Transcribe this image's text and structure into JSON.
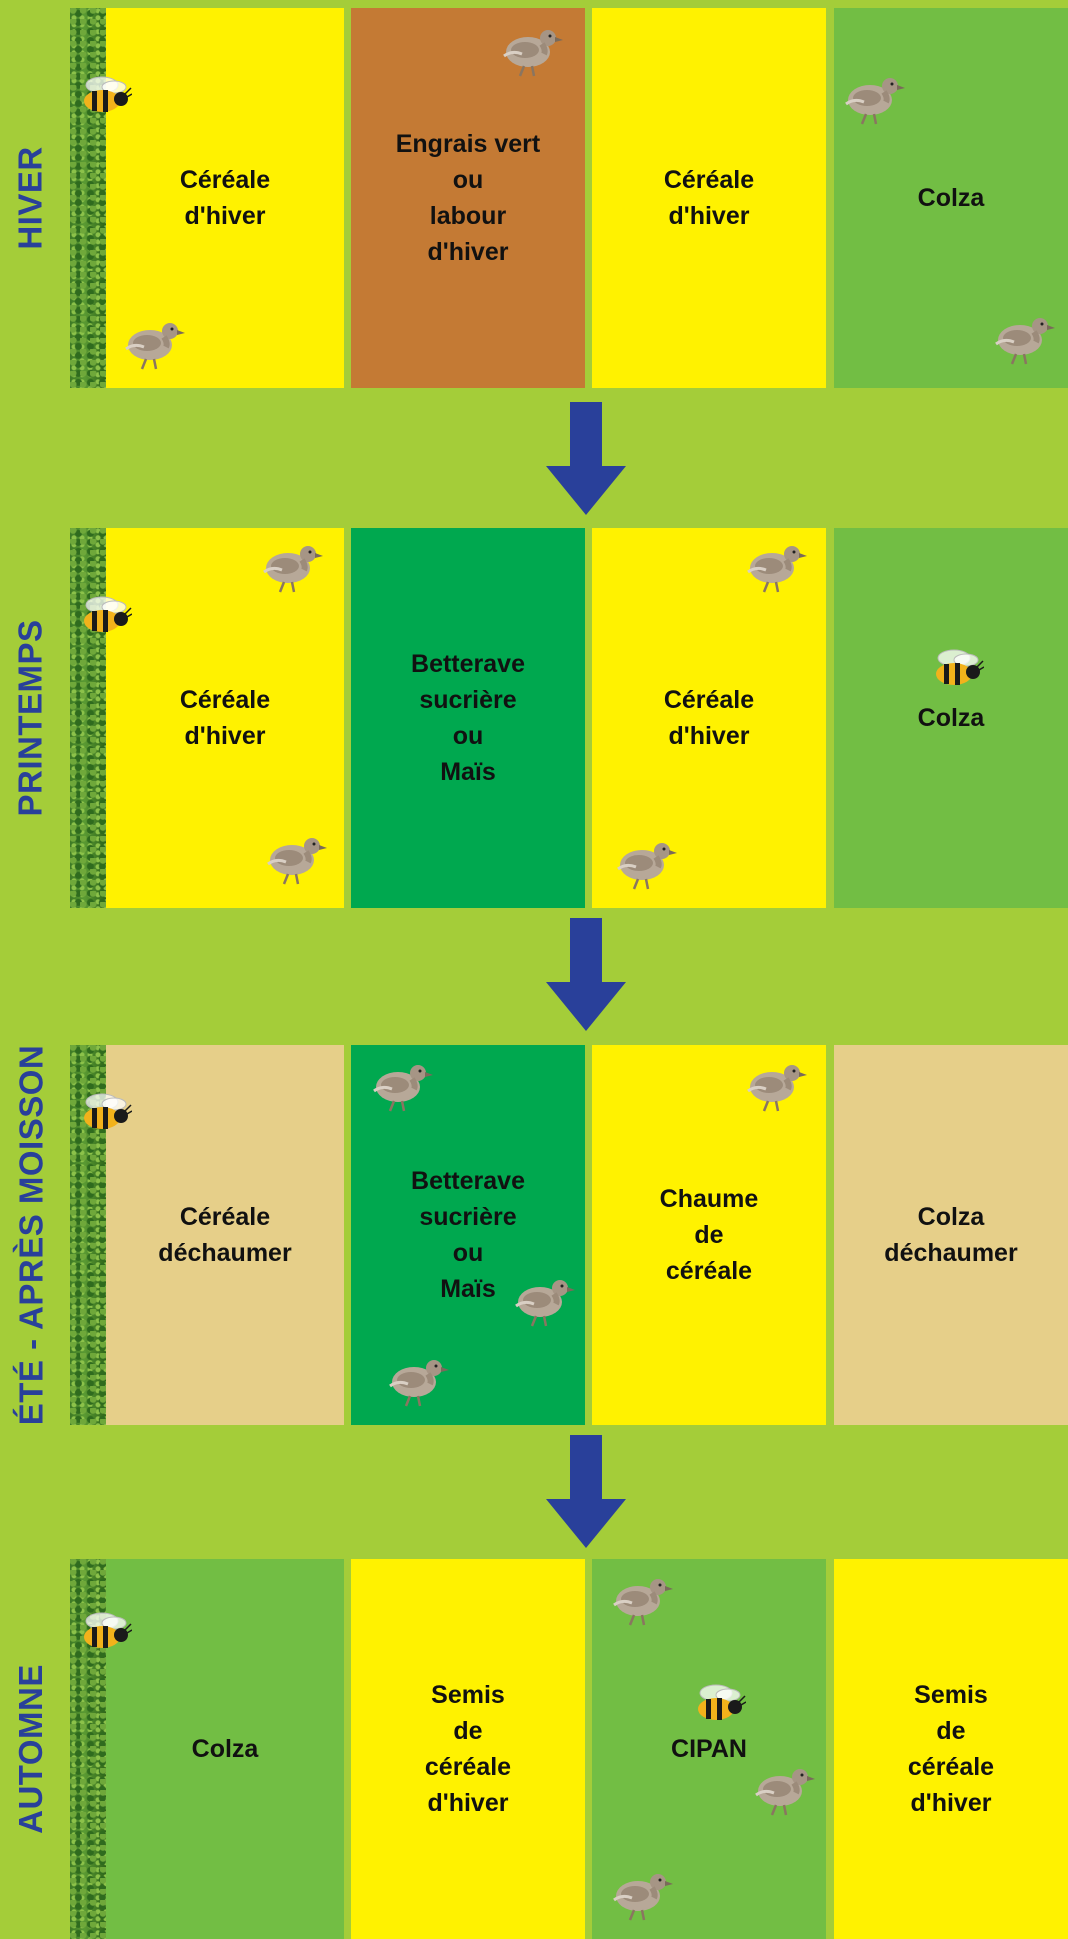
{
  "colors": {
    "background": "#a4cd39",
    "cereal": "#fff200",
    "brown": "#c47a34",
    "rapeseed": "#72be44",
    "beet": "#00a84f",
    "stubble": "#e6cf89",
    "label": "#29409a",
    "arrow": "#29409a"
  },
  "seasons": [
    {
      "label": "HIVER",
      "plots": [
        {
          "text": "Céréale\nd'hiver",
          "color": "#fff200"
        },
        {
          "text": "Engrais vert\nou\nlabour\nd'hiver",
          "color": "#c47a34"
        },
        {
          "text": "Céréale\nd'hiver",
          "color": "#fff200"
        },
        {
          "text": "Colza",
          "color": "#72be44"
        }
      ]
    },
    {
      "label": "PRINTEMPS",
      "plots": [
        {
          "text": "Céréale\nd'hiver",
          "color": "#fff200"
        },
        {
          "text": "Betterave\nsucrière\nou\nMaïs",
          "color": "#00a84f"
        },
        {
          "text": "Céréale\nd'hiver",
          "color": "#fff200"
        },
        {
          "text": "Colza",
          "color": "#72be44"
        }
      ]
    },
    {
      "label": "ÉTÉ - APRÈS MOISSON",
      "plots": [
        {
          "text": "Céréale\ndéchaumer",
          "color": "#e6cf89"
        },
        {
          "text": "Betterave\nsucrière\nou\nMaïs",
          "color": "#00a84f"
        },
        {
          "text": "Chaume\nde\ncéréale",
          "color": "#fff200"
        },
        {
          "text": "Colza\ndéchaumer",
          "color": "#e6cf89"
        }
      ]
    },
    {
      "label": "AUTOMNE",
      "plots": [
        {
          "text": "Colza",
          "color": "#72be44"
        },
        {
          "text": "Semis\nde\ncéréale\nd'hiver",
          "color": "#fff200"
        },
        {
          "text": "CIPAN",
          "color": "#72be44"
        },
        {
          "text": "Semis\nde\ncéréale\nd'hiver",
          "color": "#fff200"
        }
      ]
    }
  ]
}
